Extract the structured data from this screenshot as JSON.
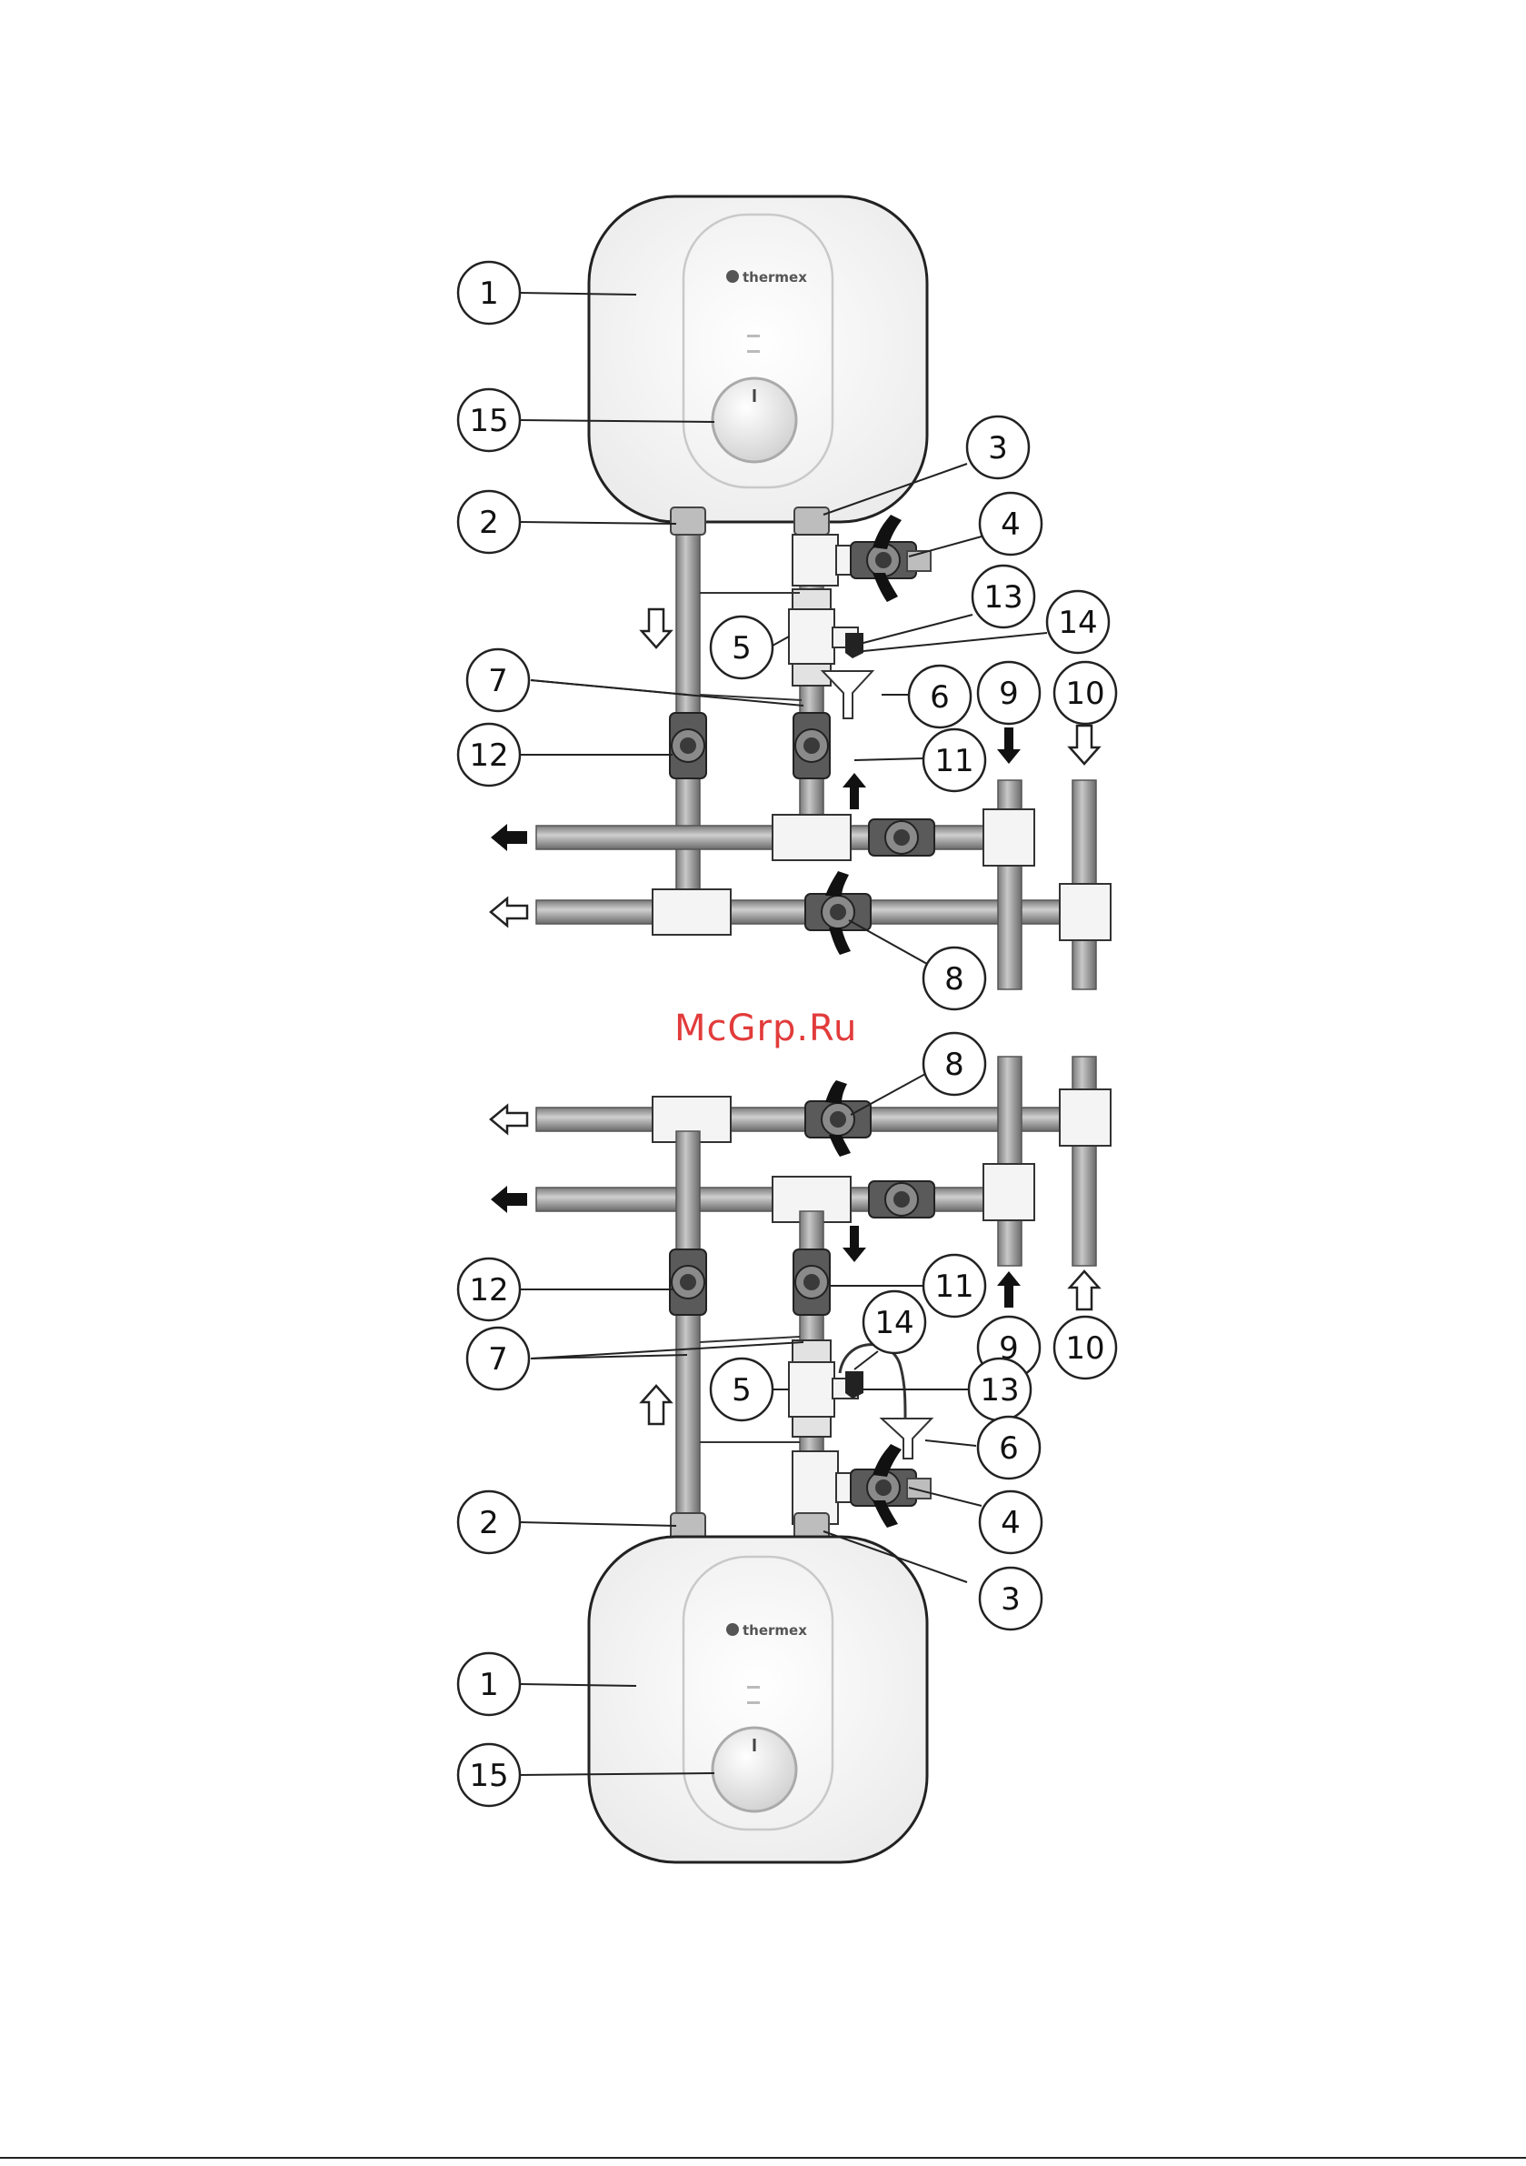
{
  "watermark": "McGrp.Ru",
  "brand": "thermex",
  "callouts": {
    "c1": "1",
    "c2": "2",
    "c3": "3",
    "c4": "4",
    "c5": "5",
    "c6": "6",
    "c7": "7",
    "c8": "8",
    "c9": "9",
    "c10": "10",
    "c11": "11",
    "c12": "12",
    "c13": "13",
    "c14": "14",
    "c15": "15"
  },
  "colors": {
    "pipe": "#9c9c9c",
    "pipe_dark": "#6e6e6e",
    "fitting": "#f4f4f4",
    "heater": "#ffffff",
    "outline": "#222222",
    "watermark": "#e23b3b"
  }
}
